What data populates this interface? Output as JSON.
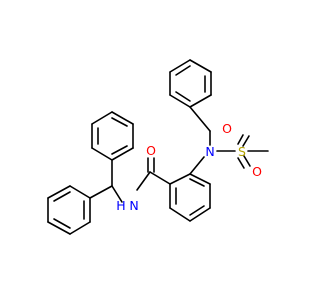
{
  "colors": {
    "background": "#ffffff",
    "bond": "#000000",
    "oxygen": "#ff0000",
    "nitrogen": "#0000ff",
    "sulfur": "#b3a200"
  },
  "atoms": {
    "o_carbonyl": "O",
    "n_amide": "N",
    "h_amide": "H",
    "n_sulfonamide": "N",
    "s_sulfonyl": "S",
    "o_sulfonyl_1": "O",
    "o_sulfonyl_2": "O"
  }
}
